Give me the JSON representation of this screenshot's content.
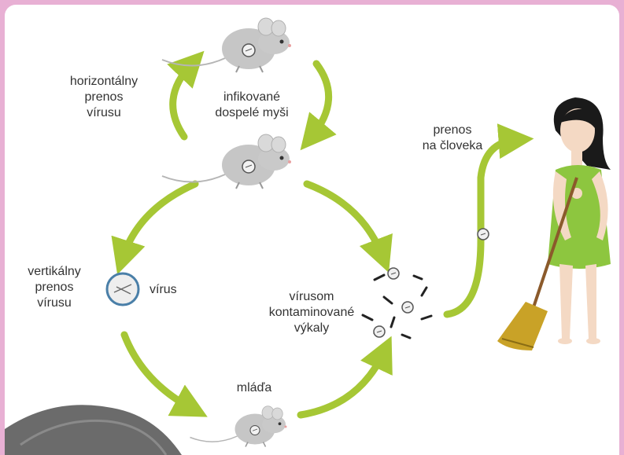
{
  "labels": {
    "horizontal": [
      "horizontálny",
      "prenos",
      "vírusu"
    ],
    "infected_adults": [
      "infikované",
      "dospelé myši"
    ],
    "transfer_human": [
      "prenos",
      "na človeka"
    ],
    "vertical": [
      "vertikálny",
      "prenos",
      "vírusu"
    ],
    "virus": "vírus",
    "contaminated": [
      "vírusom",
      "kontaminované",
      "výkaly"
    ],
    "young": "mláďa"
  },
  "colors": {
    "arrow": "#a6c735",
    "frame": "#e8b0d4",
    "mouse": "#c6c6c6",
    "dress": "#8dc63f",
    "virus_ring": "#4a7fa8"
  },
  "icons": [
    "mouse-icon",
    "virus-icon",
    "woman-icon",
    "broom-icon",
    "droppings-icon",
    "fur-icon"
  ]
}
